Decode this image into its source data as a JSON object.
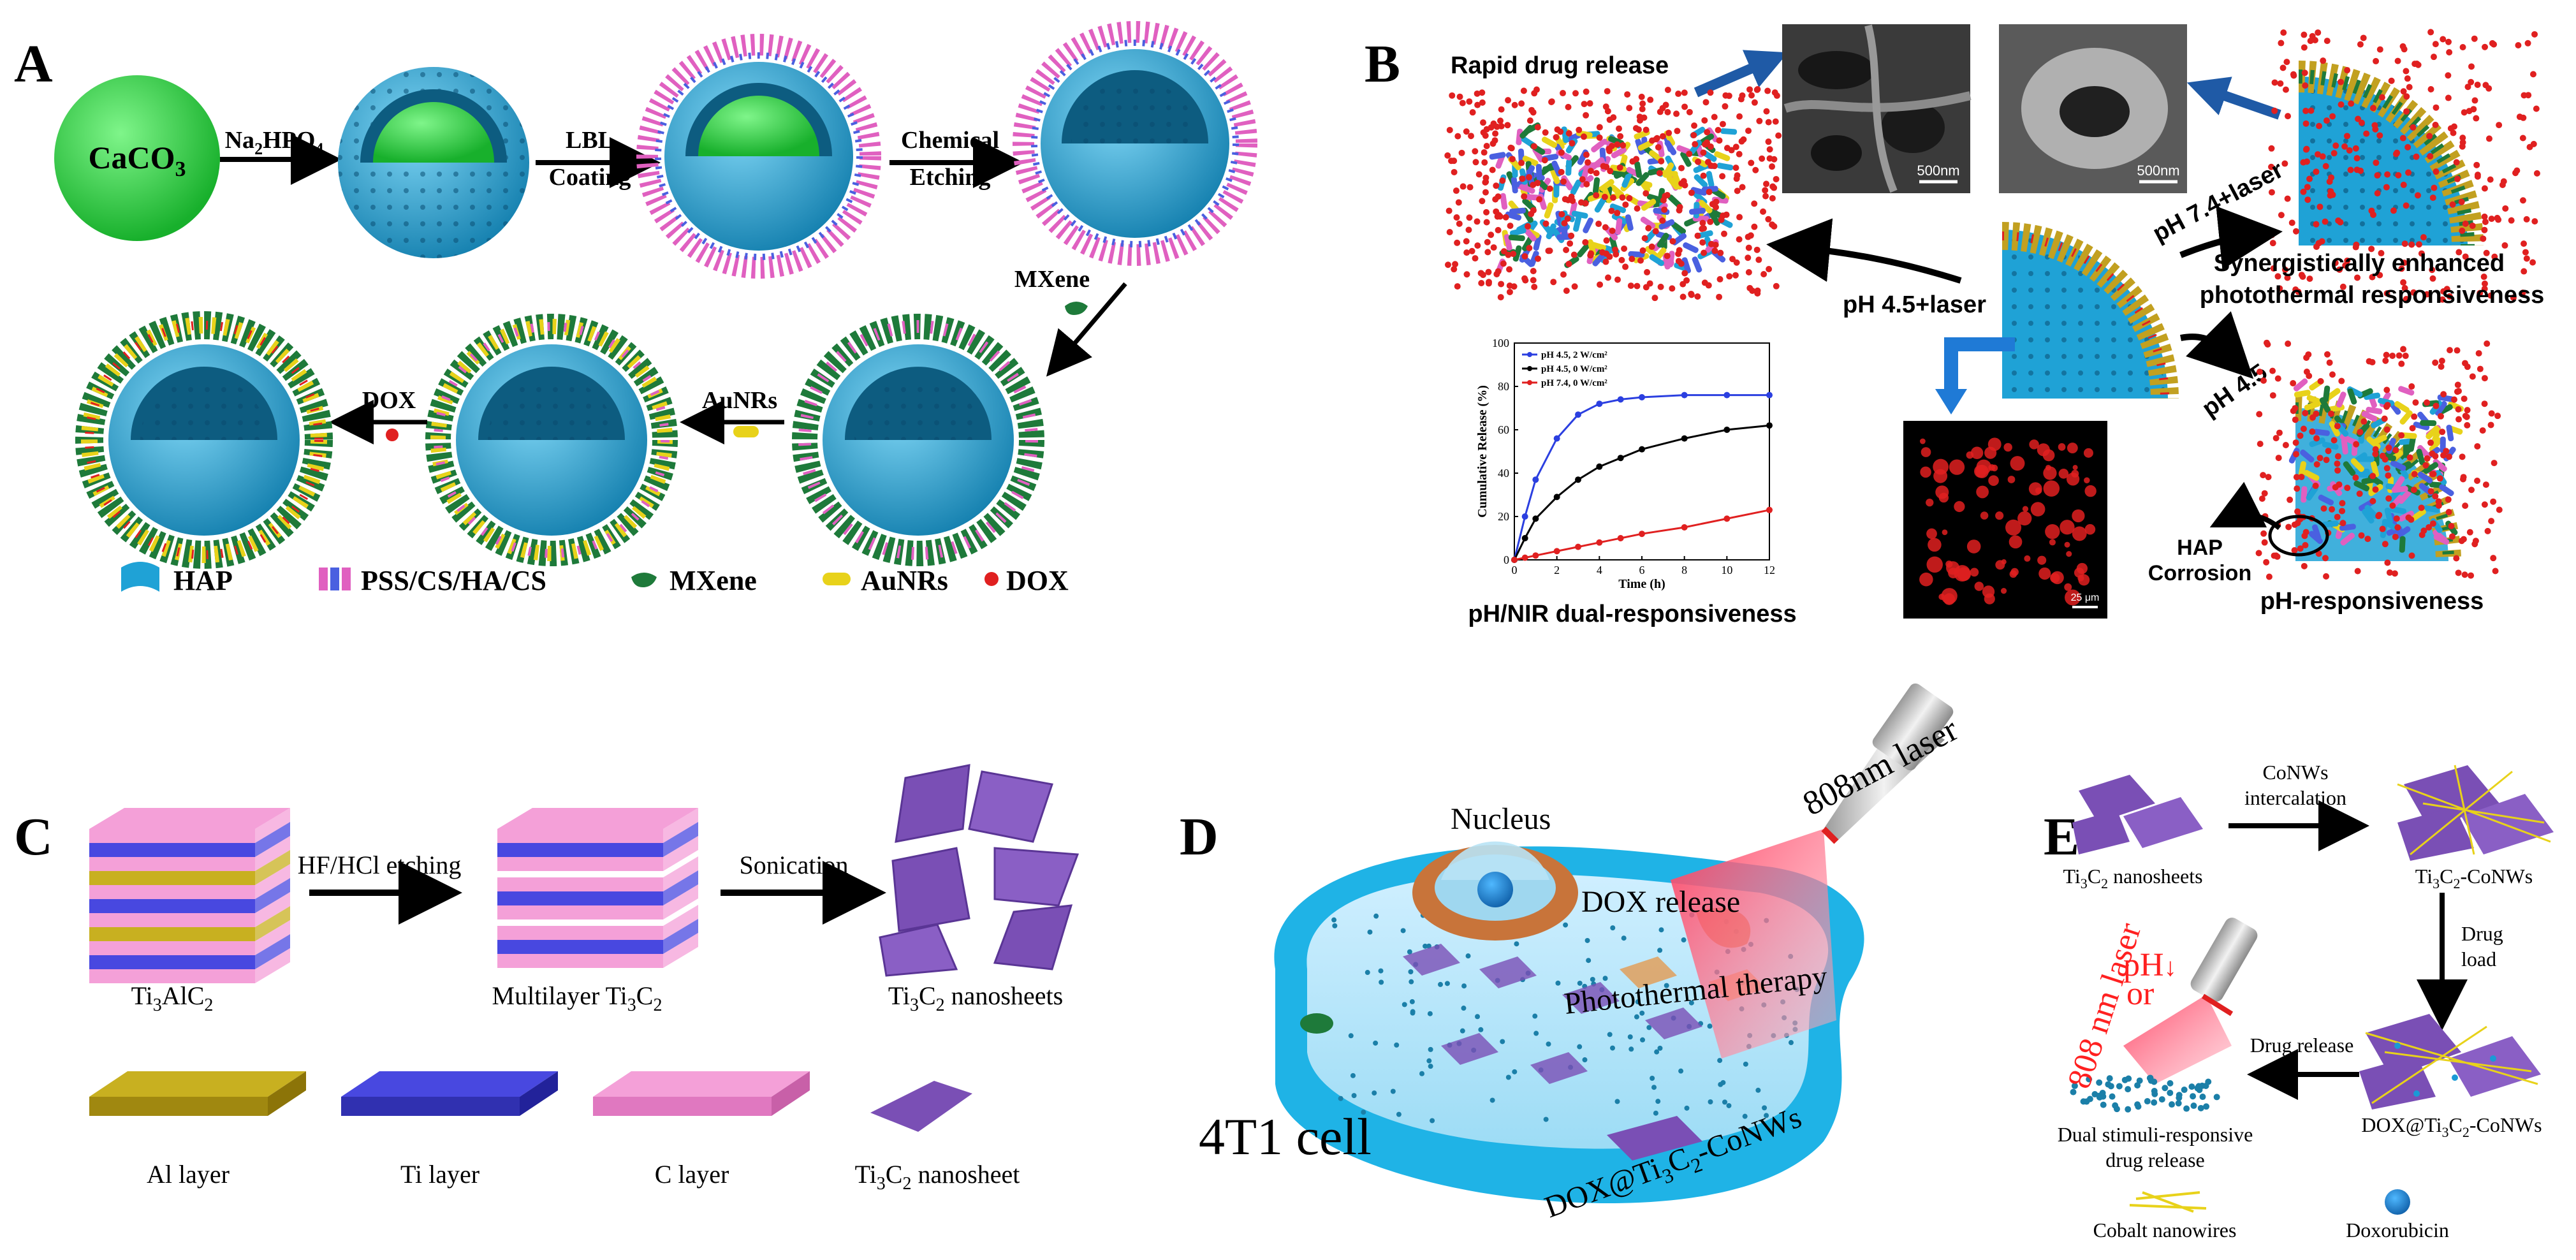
{
  "panel_labels": {
    "a": "A",
    "b": "B",
    "c": "C",
    "d": "D",
    "e": "E"
  },
  "panel_a": {
    "start_particle": "CaCO",
    "start_particle_sub": "3",
    "step1": "Na",
    "step1_sub1": "2",
    "step1_b": "HPO",
    "step1_sub2": "4",
    "step2_line1": "LBL",
    "step2_line2": "Coating",
    "step3_line1": "Chemical",
    "step3_line2": "Etching",
    "step4": "MXene",
    "step5": "AuNRs",
    "step6": "DOX",
    "legend": [
      "HAP",
      "PSS/CS/HA/CS",
      "MXene",
      "AuNRs",
      "DOX"
    ]
  },
  "panel_b": {
    "rapid_release": "Rapid drug release",
    "scale_1": "500nm",
    "scale_2": "500nm",
    "scale_3": "25 μm",
    "ph45_laser": "pH 4.5+laser",
    "ph74_laser": "pH 7.4+laser",
    "ph45": "pH 4.5",
    "synergy_line1": "Synergistically enhanced",
    "synergy_line2": "photothermal responsiveness",
    "hap_corrosion_line1": "HAP",
    "hap_corrosion_line2": "Corrosion",
    "ph_responsiveness": "pH-responsiveness",
    "dual_responsiveness": "pH/NIR dual-responsiveness"
  },
  "chart_data": {
    "type": "line",
    "xlabel": "Time (h)",
    "ylabel": "Cumulative Release (%)",
    "xlim": [
      0,
      12
    ],
    "ylim": [
      0,
      100
    ],
    "xticks": [
      0,
      2,
      4,
      6,
      8,
      10,
      12
    ],
    "yticks": [
      0,
      20,
      40,
      60,
      80,
      100
    ],
    "legend_position": "top-left",
    "series": [
      {
        "name": "pH 4.5, 2 W/cm²",
        "color": "#2b3fe0",
        "x": [
          0,
          0.5,
          1,
          2,
          3,
          4,
          5,
          6,
          8,
          10,
          12
        ],
        "y": [
          0,
          20,
          37,
          56,
          67,
          72,
          74,
          75,
          76,
          76,
          76
        ]
      },
      {
        "name": "pH 4.5, 0 W/cm²",
        "color": "#000000",
        "x": [
          0,
          0.5,
          1,
          2,
          3,
          4,
          5,
          6,
          8,
          10,
          12
        ],
        "y": [
          0,
          10,
          19,
          29,
          37,
          43,
          47,
          51,
          56,
          60,
          62
        ]
      },
      {
        "name": "pH 7.4, 0 W/cm²",
        "color": "#e02020",
        "x": [
          0,
          0.5,
          1,
          2,
          3,
          4,
          5,
          6,
          8,
          10,
          12
        ],
        "y": [
          0,
          1,
          2,
          4,
          6,
          8,
          10,
          12,
          15,
          19,
          23
        ]
      }
    ]
  },
  "panel_c": {
    "step1": "HF/HCl etching",
    "step2": "Sonication",
    "mat1": "Ti",
    "mat1_sub1": "3",
    "mat1_b": "AlC",
    "mat1_sub2": "2",
    "mat2": "Multilayer Ti",
    "mat2_sub1": "3",
    "mat2_b": "C",
    "mat2_sub2": "2",
    "mat3": "Ti",
    "mat3_sub1": "3",
    "mat3_b": "C",
    "mat3_sub2": "2",
    "mat3_c": " nanosheets",
    "legend_al": "Al layer",
    "legend_ti": "Ti layer",
    "legend_c": "C layer",
    "legend_sheet": "Ti",
    "legend_sheet_sub1": "3",
    "legend_sheet_b": "C",
    "legend_sheet_sub2": "2",
    "legend_sheet_c": " nanosheet"
  },
  "panel_d": {
    "nucleus": "Nucleus",
    "laser": "808nm laser",
    "dox_release": "DOX release",
    "therapy": "Photothermal therapy",
    "cell": "4T1 cell",
    "carrier": "DOX@Ti",
    "carrier_sub1": "3",
    "carrier_b": "C",
    "carrier_sub2": "2",
    "carrier_c": "-CoNWs"
  },
  "panel_e": {
    "intercalation_line1": "CoNWs",
    "intercalation_line2": "intercalation",
    "sheets": "Ti",
    "sheets_sub1": "3",
    "sheets_b": "C",
    "sheets_sub2": "2",
    "sheets_c": " nanosheets",
    "conws": "Ti",
    "conws_sub1": "3",
    "conws_b": "C",
    "conws_sub2": "2",
    "conws_c": "-CoNWs",
    "drug_load_line1": "Drug",
    "drug_load_line2": "load",
    "drug_release": "Drug release",
    "stimuli_line1": "pH",
    "stimuli_arrow": "↓",
    "stimuli_line2": "or",
    "stimuli_line3": "808 nm laser",
    "dual_line1": "Dual stimuli-responsive",
    "dual_line2": "drug release",
    "dox_carrier": "DOX@Ti",
    "dox_carrier_sub1": "3",
    "dox_carrier_b": "C",
    "dox_carrier_sub2": "2",
    "dox_carrier_c": "-CoNWs",
    "legend_cobalt": "Cobalt nanowires",
    "legend_dox": "Doxorubicin"
  },
  "colors": {
    "caco3": "#2ecc40",
    "hap": "#1fa2d6",
    "pss": "#e060c0",
    "mxene": "#1e7a3a",
    "aunr": "#e8d21a",
    "dox": "#e02020",
    "arrow_blue": "#1f5aa6",
    "al_layer": "#b8a010",
    "ti_layer": "#4040d0",
    "c_layer": "#f090d0",
    "sheet": "#7a4fb5",
    "laser": "#f04060"
  }
}
